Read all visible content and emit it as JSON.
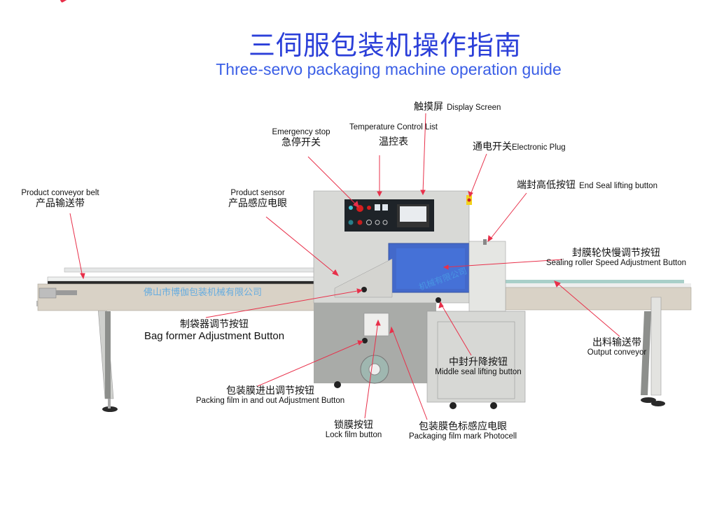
{
  "title": {
    "cn": "三伺服包装机操作指南",
    "en": "Three-servo packaging machine operation guide"
  },
  "colors": {
    "title_cn": "#2b3fd9",
    "title_en": "#3a5ee6",
    "pointer": "#e8304a",
    "machine_body": "#d6d6d2",
    "belt_frame": "#d9d2c6",
    "control_panel": "#1e2328",
    "blue_cover": "#2a56c9",
    "watermark": "#4aa3e6"
  },
  "watermark": "佛山市博伽包装机械有限公司",
  "labels": {
    "display_screen": {
      "cn": "触摸屏",
      "en": "Display Screen"
    },
    "temperature_control": {
      "cn": "温控表",
      "en": "Temperature Control List"
    },
    "emergency_stop": {
      "cn": "急停开关",
      "en": "Emergency stop"
    },
    "electronic_plug": {
      "cn": "通电开关",
      "en": "Electronic Plug"
    },
    "end_seal_lifting": {
      "cn": "端封高低按钮",
      "en": "End Seal lifting button"
    },
    "product_conveyor": {
      "cn": "产品输送带",
      "en": "Product conveyor belt"
    },
    "product_sensor": {
      "cn": "产品感应电眼",
      "en": "Product sensor"
    },
    "sealing_roller": {
      "cn": "封膜轮快慢调节按钮",
      "en": "Sealing roller Speed Adjustment Button"
    },
    "bag_former": {
      "cn": "制袋器调节按钮",
      "en": "Bag former Adjustment Button"
    },
    "output_conveyor": {
      "cn": "出料输送带",
      "en": "Output conveyor"
    },
    "middle_seal": {
      "cn": "中封升降按钮",
      "en": "Middle seal lifting button"
    },
    "packing_film": {
      "cn": "包装膜进出调节按钮",
      "en": "Packing film in and out Adjustment Button"
    },
    "lock_film": {
      "cn": "锁膜按钮",
      "en": "Lock film button"
    },
    "film_mark_photocell": {
      "cn": "包装膜色标感应电眼",
      "en": "Packaging film mark Photocell"
    }
  }
}
